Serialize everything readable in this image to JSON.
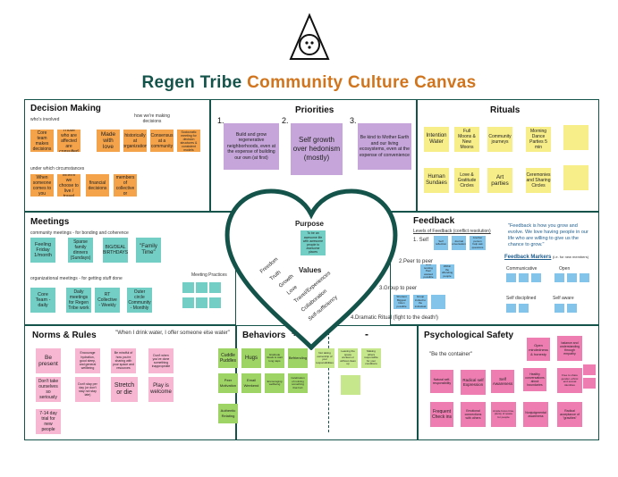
{
  "header": {
    "title_part1": "Regen Tribe",
    "title_part2": "Community Culture Canvas"
  },
  "decision": {
    "title": "Decision Making",
    "who_label": "who's involved",
    "how_label": "how we're making decisions",
    "circ_label": "under which circumstances",
    "notes": [
      "Core team makes decisions",
      "Those who are affected are consulted",
      "Made with love",
      "historically at organization",
      "Consensus at a community",
      "Sociocratic meeting for decision structures & consistent models",
      "When someone comes to you",
      "Where we choose to live / travel",
      "financial decisions",
      "New members of collective or community"
    ]
  },
  "priorities": {
    "title": "Priorities",
    "n1": "1.",
    "n2": "2.",
    "n3": "3.",
    "p1": "Build and grow regenerative neighborhoods, even at the expense of building our own (at first)",
    "p2": "Self growth over hedonism (mostly)",
    "p3": "Be kind to Mother Earth and our living ecosystems, even at the expense of convenience"
  },
  "rituals": {
    "title": "Rituals",
    "notes": [
      "Intention Water",
      "Full Moons & New Moons",
      "Community journeys",
      "Morning Dance Parties 5 min",
      "",
      "Human Sundaes",
      "Love & Gratitude Circles",
      "Art parties",
      "Ceremonies and Sharing Circles",
      ""
    ]
  },
  "meetings": {
    "title": "Meetings",
    "community_label": "community meetings - for bonding and coherence",
    "org_label": "organizational meetings - for getting stuff done",
    "practices_label": "Meeting Practices",
    "community_notes": [
      "Feeling Friday 1/month",
      "Sparse family dinners (Sundays)",
      "BIG/DEAL BIRTHDAYS",
      "\"Family Time\""
    ],
    "org_notes": [
      "Core Team - daily",
      "Daily meetings for Regen Tribe work",
      "RT Collective - Weekly",
      "Outer circle Community - Monthly"
    ]
  },
  "purpose": {
    "title": "Purpose",
    "text": "To be an awesome life with awesome people to awesome places",
    "values_title": "Values",
    "values": [
      "Freedom",
      "Truth",
      "Growth",
      "Love",
      "Travel/Experiences",
      "Collaboration",
      "Self-sufficiency"
    ]
  },
  "feedback": {
    "title": "Feedback",
    "levels_label": "Levels of Feedback (conflict resolution)",
    "quote": "\"Feedback is how you grow and evolve. We love having people in our life who are willing to give us the chance to grow.\"",
    "markers_title": "Feedback Markers",
    "markers_note": "(i.e. for new members)",
    "communicative": "Communicative",
    "open": "Open",
    "self_disciplined": "Self disciplined",
    "self_aware": "Self aware",
    "level1": "1. Self",
    "level2": "2.Peer to peer",
    "level3": "3.Group to peer",
    "level4": "4.Dramatic Ritual (fight to the death!)",
    "notes": [
      "Self reflection",
      "Journal conversations",
      "Another person help ask questions",
      "Most tending Peer wanted possible",
      "Within the offending people",
      "Shortest Biggest listen possible",
      "Group invited to the individual",
      ""
    ]
  },
  "norms": {
    "title": "Norms & Rules",
    "quote": "\"When I drink water, I offer someone else water\"",
    "notes": [
      "Be present",
      "Encourage hydration, good sleep, and general wellbeing",
      "Be mindful of how you're sharing with your space and resources",
      "Don't when you've done something inappropriate",
      "Don't take ourselves so seriously",
      "Don't stay per day (or don't stay not stay late)",
      "Stretch or die",
      "Play is welcome",
      "7-14 day trial for new people"
    ]
  },
  "behaviors": {
    "title": "Behaviors",
    "plus": "+",
    "minus": "-",
    "plus_notes": [
      "Cuddle Puddles",
      "Hugs",
      "Gratitude rituals to start long naps",
      "Befriending",
      "Peer Motivation",
      "Email Weekend",
      "Encouraging wellbeing",
      "Celebration of noticing something that hurt",
      "Authentic Relating"
    ],
    "minus_notes": [
      "Not taking ownership of your responsibilities",
      "Leaving the space unclean or without clean up",
      "Making others responsible for your conditions",
      ""
    ]
  },
  "psych": {
    "title": "Psychological Safety",
    "quote": "\"Be the container\"",
    "notes": [
      "Open mindedness & honesty",
      "balance and understanding through empathy",
      "Natural self-responsibility",
      "Radical self Expression",
      "Self Awareness",
      "Healthy conversations about boundaries",
      "Free to share gender, ethnic and sexual identities",
      "Frequent Check ins",
      "Emotional connections with others",
      "Ample focus time, plenty of space for people",
      "Nonjudgmental awareness",
      "Radical acceptance of \"gravities\""
    ]
  }
}
